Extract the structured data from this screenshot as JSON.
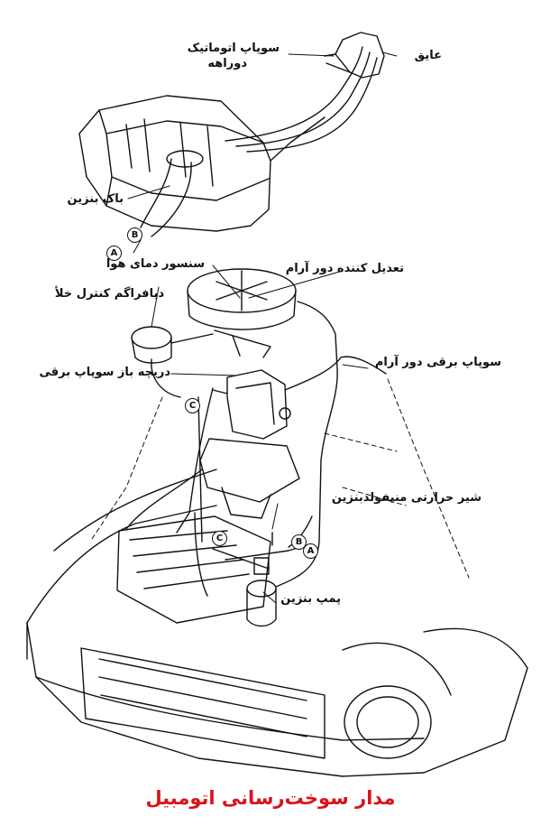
{
  "labels": {
    "auto_valve": "سوپاپ اتوماتیک",
    "auto_valve_2": "دوراهه",
    "insulator": "عایق",
    "fuel_tank": "باک بنزین",
    "idle_adjuster": "تعدیل کننده دور آرام",
    "air_temp_sensor": "سنسور دمای هوا",
    "vacuum_diaphragm": "دیافراگم کنترل خلأ",
    "idle_solenoid": "سوپاپ برقی دور آرام",
    "solenoid_opening": "دریچه باز سوپاپ برقی",
    "manifold_thermo_valve": "شیر حرارتی منیفولدبنزین",
    "fuel_pump": "پمپ بنزین"
  },
  "markers": {
    "a": "A",
    "b": "B",
    "c": "C"
  },
  "title": "مدار سوخت‌رسانی اتومبیل",
  "colors": {
    "title": "#d8141c",
    "line": "#111111"
  }
}
